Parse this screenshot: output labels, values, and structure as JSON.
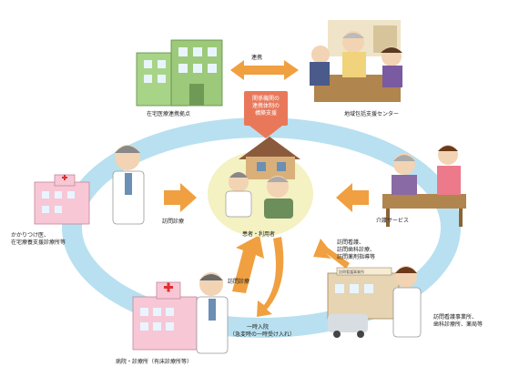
{
  "colors": {
    "cycle_ring": "#b8e0f0",
    "arrow_orange": "#f0a040",
    "policy_box": "#e9785a",
    "center_circle": "#f4f1c2"
  },
  "icons": {
    "top_left": "clinic-building-icon",
    "top_right": "community-support-center-icon",
    "left": "family-doctor-hospital-icon",
    "center": "patient-home-icon",
    "right": "care-service-icon",
    "bottom_right": "visiting-nurse-station-icon",
    "bottom_left": "hospital-icon"
  },
  "labels": {
    "top_link": "連携",
    "home_medical_base": "在宅医療連携拠点",
    "community_center": "地域包括支援センター",
    "policy_line1": "関係機関の",
    "policy_line2": "連携体制の",
    "policy_line3": "構築支援",
    "home_visit_left": "訪問診療",
    "patient": "患者・利用者",
    "care_service": "介護サービス",
    "family_doctor_line1": "かかりつけ医、",
    "family_doctor_line2": "在宅療養支援診療所等",
    "visiting_services_line1": "訪問看護、",
    "visiting_services_line2": "訪問歯科診療、",
    "visiting_services_line3": "訪問薬剤指導等",
    "home_visit_bottom": "訪問診療",
    "nursing_station_line1": "訪問看護事業所、",
    "nursing_station_line2": "歯科診療所、薬局等",
    "hospital_admission_line1": "一時入院",
    "hospital_admission_line2": "（急変時の一時受け入れ）",
    "hospital": "病院・診療所（有床診療所等）",
    "visiting_nurse_sign": "訪問看護事業所"
  }
}
